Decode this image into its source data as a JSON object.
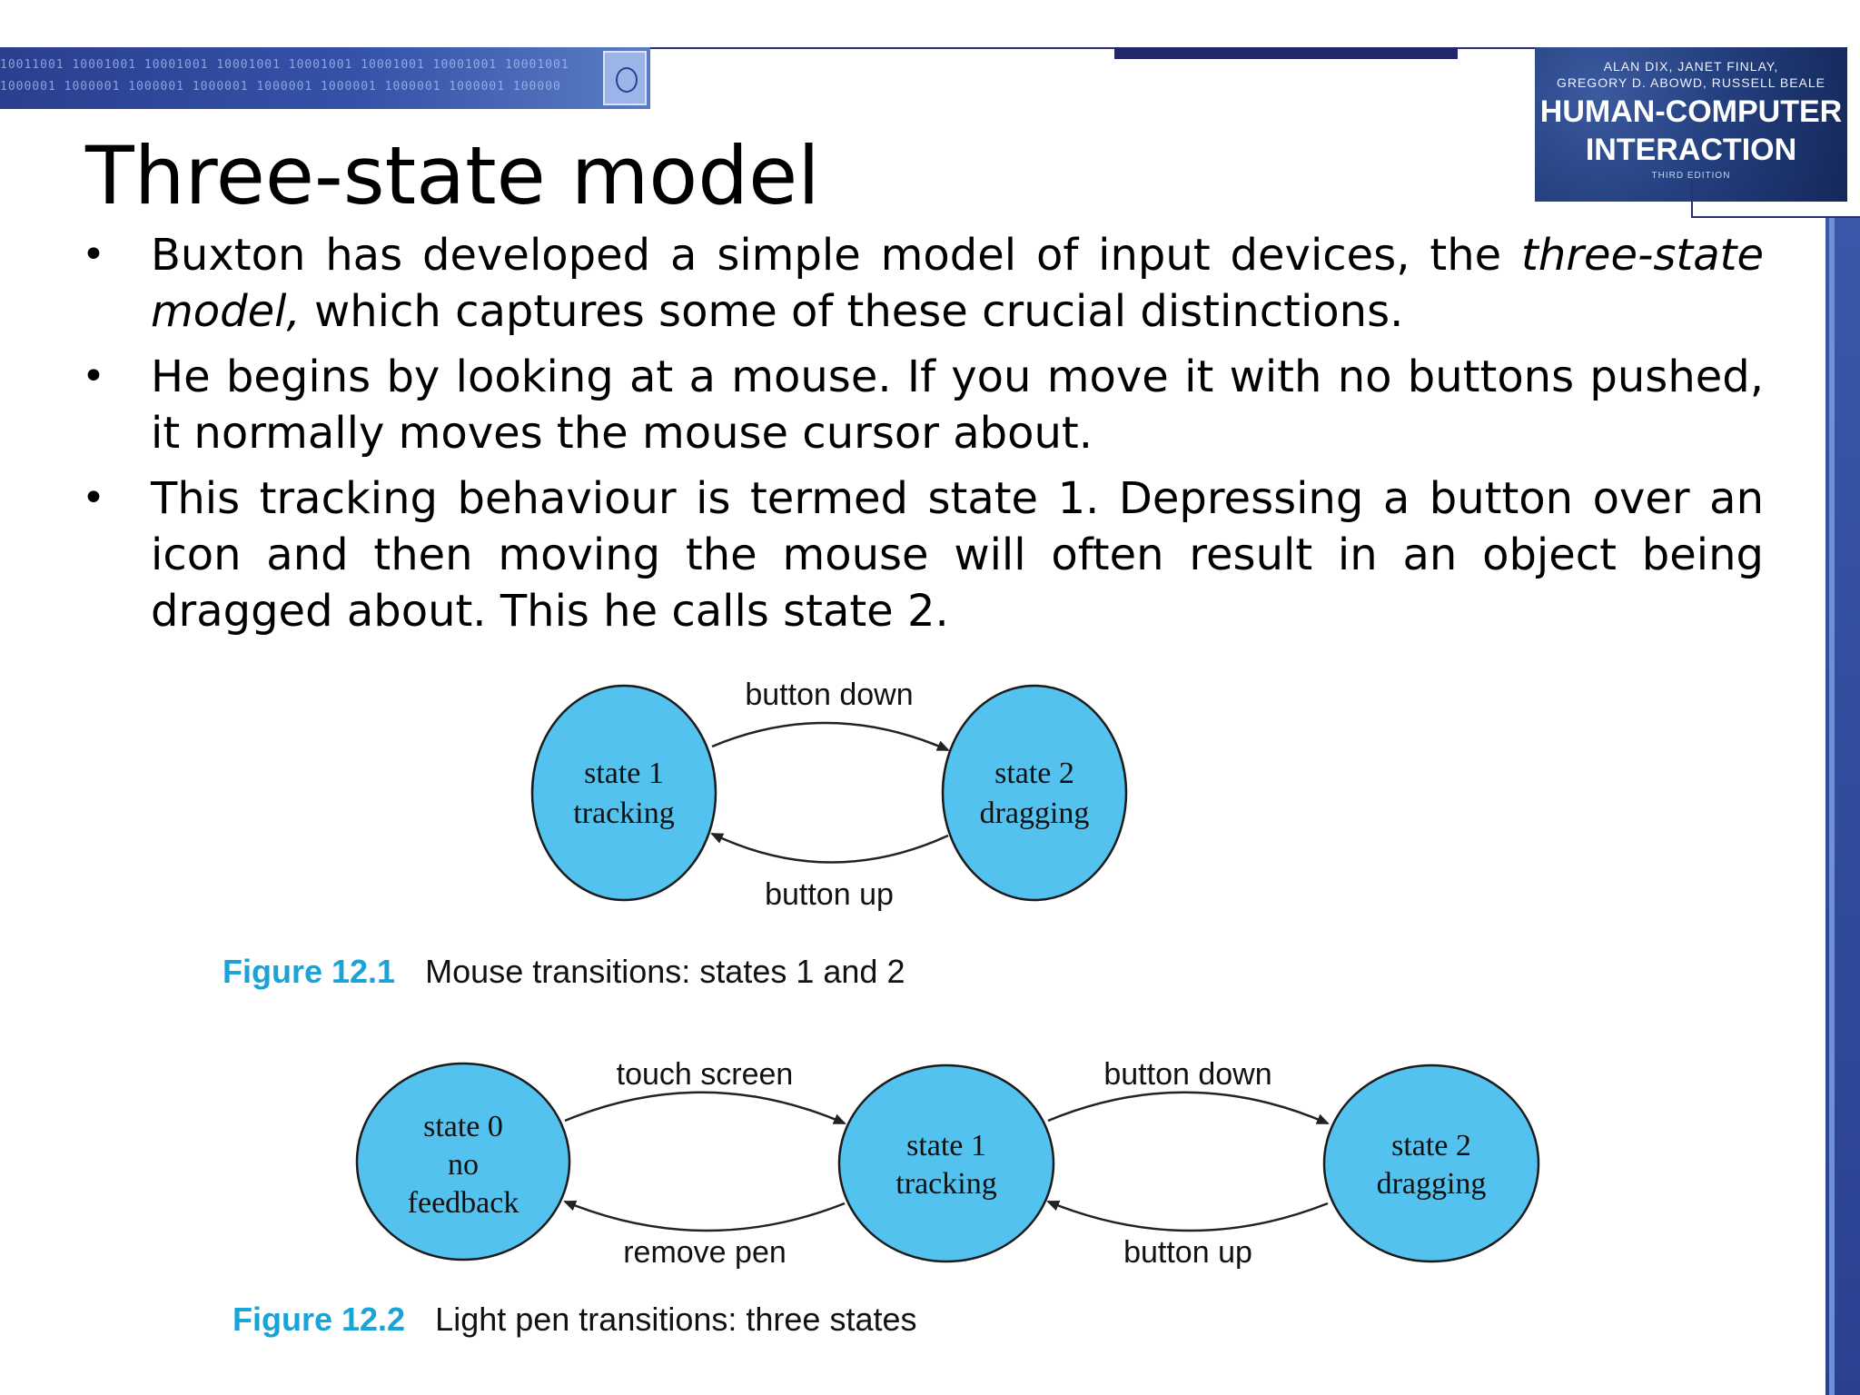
{
  "book": {
    "authors_line1": "ALAN DIX, JANET FINLAY,",
    "authors_line2": "GREGORY D. ABOWD, RUSSELL BEALE",
    "title_line1": "HUMAN-COMPUTER",
    "title_line2": "INTERACTION",
    "edition": "THIRD EDITION"
  },
  "slide": {
    "title": "Three-state model",
    "bullets": [
      {
        "text_a": "Buxton has developed a simple model of input devices, the ",
        "emphasis": "three-state model,",
        "text_b": " which captures some of these crucial distinctions."
      },
      {
        "text": "He begins by looking at a mouse. If you move it with no buttons pushed, it normally moves the mouse cursor about."
      },
      {
        "text": "This tracking behaviour is termed state 1. Depressing a button over an icon and then moving the mouse will often result in an object being dragged about. This he calls state 2."
      }
    ]
  },
  "figure1": {
    "number": "Figure 12.1",
    "caption": "Mouse transitions: states 1 and 2",
    "states": [
      {
        "line1": "state 1",
        "line2": "tracking"
      },
      {
        "line1": "state 2",
        "line2": "dragging"
      }
    ],
    "transitions": {
      "forward": "button down",
      "back": "button up"
    }
  },
  "figure2": {
    "number": "Figure 12.2",
    "caption": "Light pen transitions: three states",
    "states": [
      {
        "line1": "state 0",
        "line2": "no",
        "line3": "feedback"
      },
      {
        "line1": "state 1",
        "line2": "tracking"
      },
      {
        "line1": "state 2",
        "line2": "dragging"
      }
    ],
    "transitions": {
      "t01": "touch screen",
      "t10": "remove pen",
      "t12": "button down",
      "t21": "button up"
    }
  },
  "colors": {
    "state_fill": "#53c2ee",
    "figure_number": "#1aa3d6",
    "banner": "#2b3f8f"
  }
}
